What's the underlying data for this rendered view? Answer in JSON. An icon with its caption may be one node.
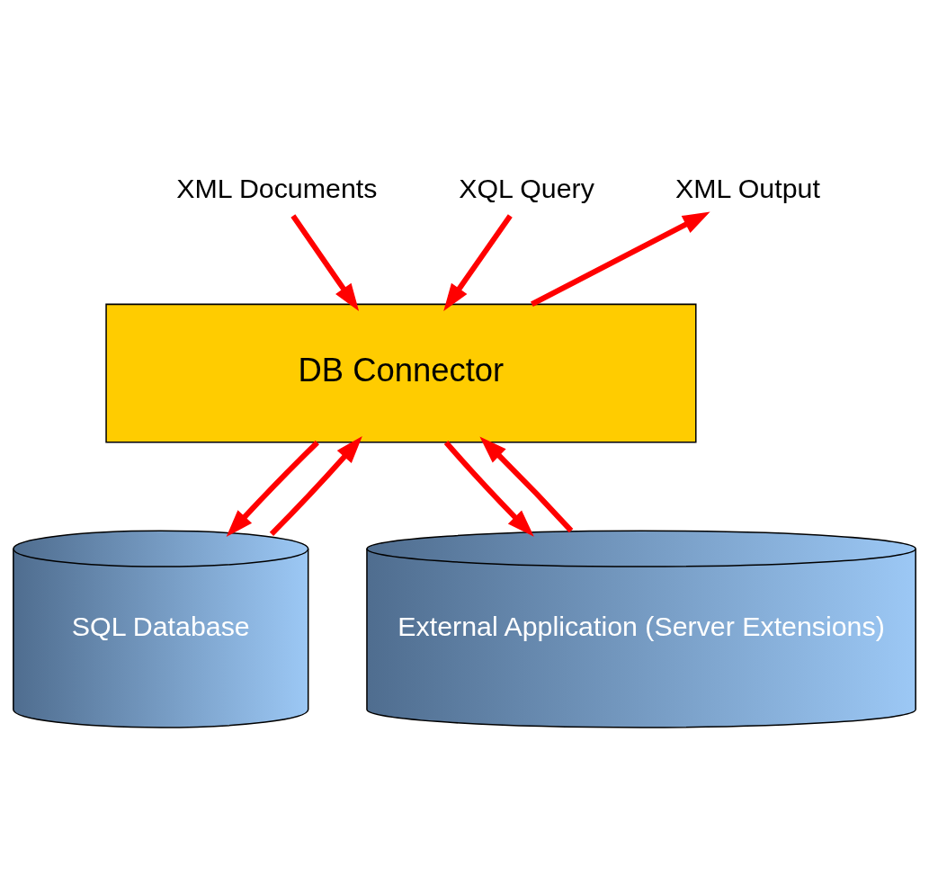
{
  "diagram": {
    "nodes": [
      {
        "text": [
          "XML Documents"
        ]
      },
      {
        "text": [
          "XQL Query"
        ]
      },
      {
        "text": [
          "XML Output"
        ]
      },
      {
        "text": [
          "DB Connector"
        ]
      },
      {
        "text": [
          "SQL Database"
        ]
      },
      {
        "text": [
          "External Application (Server Extensions)"
        ]
      }
    ],
    "edges": [
      {
        "from": 0,
        "to": 3,
        "arrow": "to"
      },
      {
        "from": 1,
        "to": 3,
        "arrow": "to"
      },
      {
        "from": 3,
        "to": 2,
        "arrow": "to"
      },
      {
        "from": 3,
        "to": 4,
        "arrow": "to"
      },
      {
        "from": 4,
        "to": 3,
        "arrow": "to"
      },
      {
        "from": 3,
        "to": 5,
        "arrow": "to"
      },
      {
        "from": 5,
        "to": 3,
        "arrow": "to"
      }
    ]
  }
}
